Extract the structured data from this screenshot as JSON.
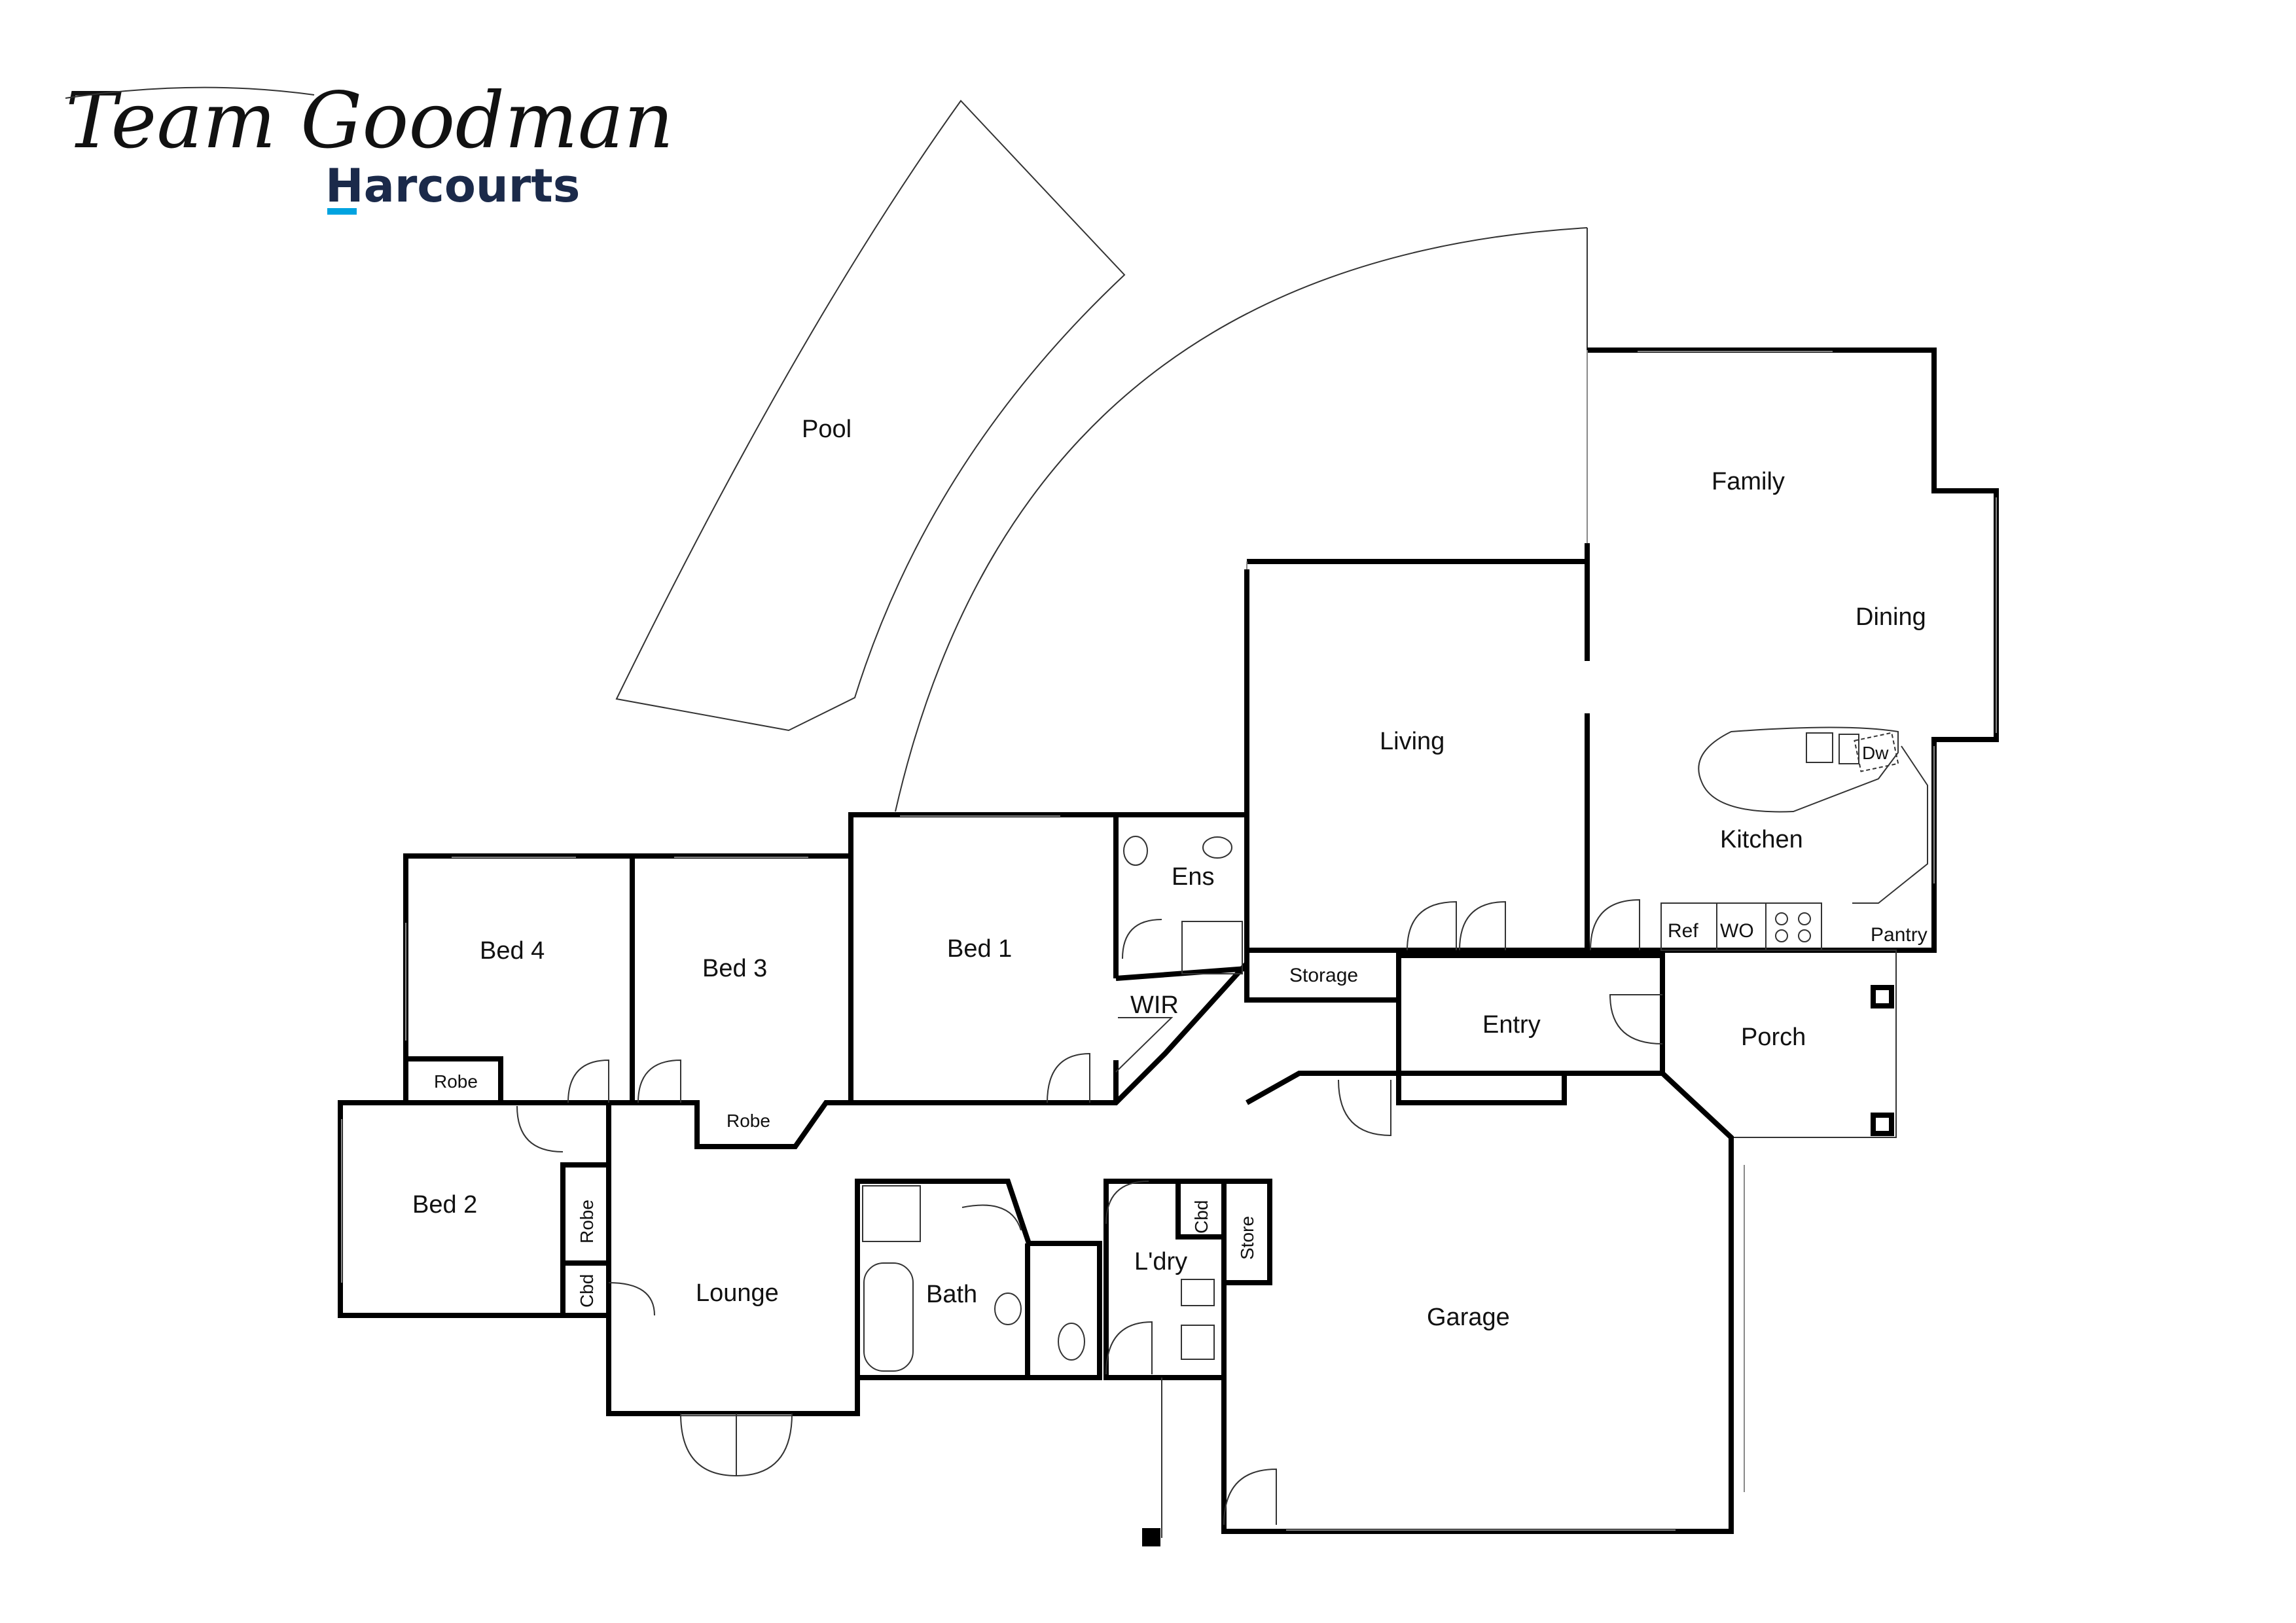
{
  "logo": {
    "signature": "Team Goodman",
    "brand": "Harcourts",
    "accent_color": "#00a3e0",
    "brand_color": "#1b2a4a"
  },
  "rooms": {
    "pool": "Pool",
    "family": "Family",
    "dining": "Dining",
    "living": "Living",
    "kitchen": "Kitchen",
    "dw": "Dw",
    "ens": "Ens",
    "bed1": "Bed 1",
    "bed3": "Bed 3",
    "bed4": "Bed 4",
    "wir": "WIR",
    "storage": "Storage",
    "ref": "Ref",
    "wo": "WO",
    "pantry": "Pantry",
    "entry": "Entry",
    "porch": "Porch",
    "robe_bed4": "Robe",
    "robe_bed3": "Robe",
    "bed2": "Bed 2",
    "robe_bed2": "Robe",
    "cbd_bed2": "Cbd",
    "lounge": "Lounge",
    "bath": "Bath",
    "ldry": "L'dry",
    "cbd_ldry": "Cbd",
    "store": "Store",
    "garage": "Garage"
  }
}
